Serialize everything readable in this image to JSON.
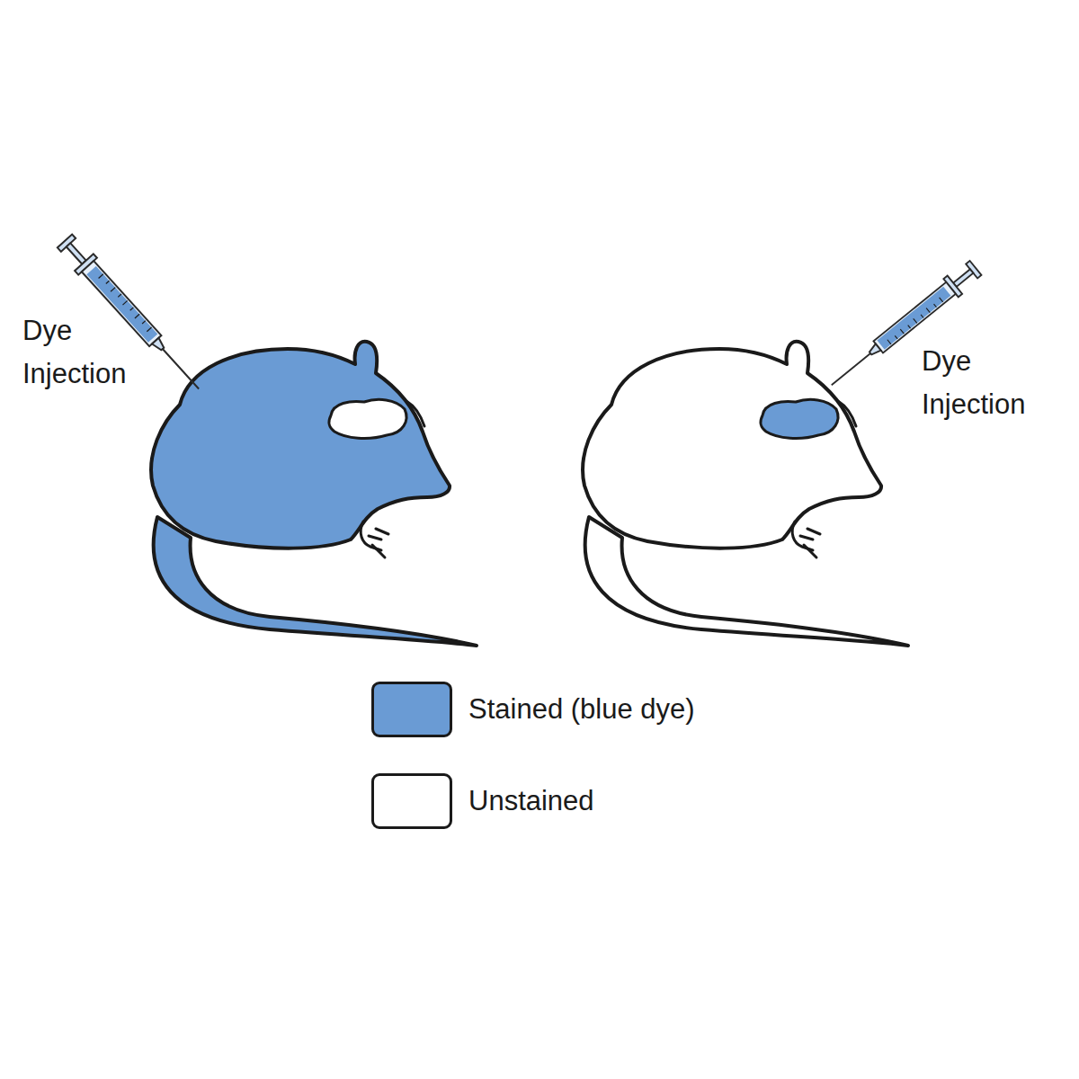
{
  "diagram": {
    "labels": [
      "Dye Injection",
      "Dye Injection"
    ],
    "legend": [
      {
        "text": "Stained (blue dye)",
        "color": "#6a9bd4"
      },
      {
        "text": "Unstained",
        "color": "#ffffff"
      }
    ]
  }
}
